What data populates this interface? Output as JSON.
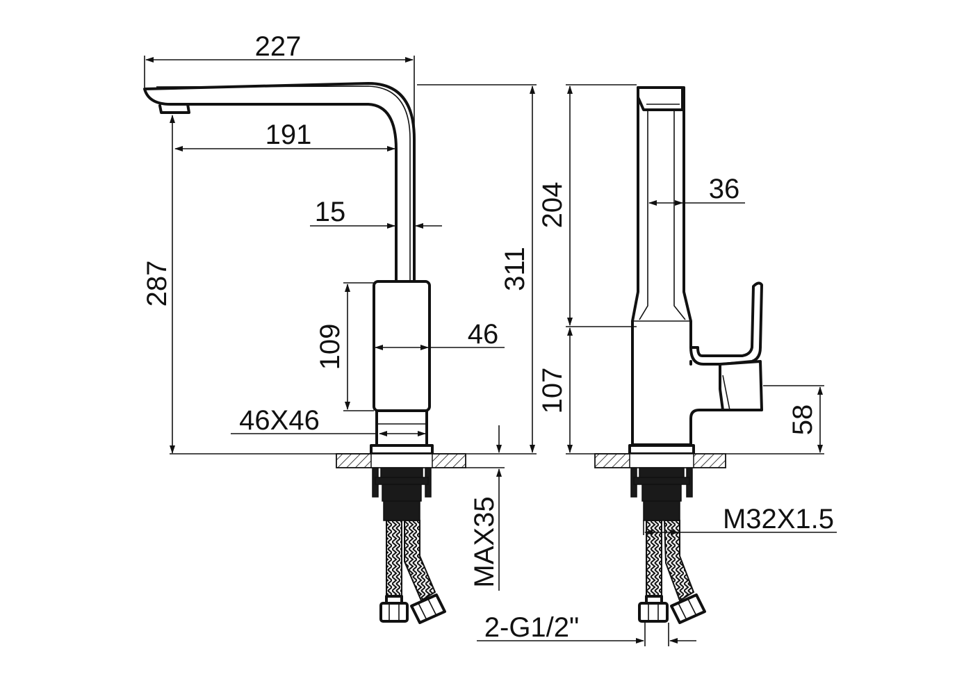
{
  "drawing": {
    "colors": {
      "ink": "#111111",
      "paper": "#ffffff"
    },
    "front_view": {
      "dimensions": {
        "spout_reach_total": "227",
        "spout_reach_from_axis": "191",
        "spout_tube_thickness": "15",
        "body_width": "46",
        "height_to_spout": "287",
        "total_height": "311",
        "body_height": "109",
        "base_section": "46X46",
        "max_deck_thickness": "MAX35"
      }
    },
    "side_view": {
      "dimensions": {
        "upper_height": "204",
        "spout_depth": "36",
        "lower_height": "107",
        "lever_height": "58",
        "mount_thread": "M32X1.5",
        "inlet_connections": "2-G1/2\""
      }
    }
  }
}
